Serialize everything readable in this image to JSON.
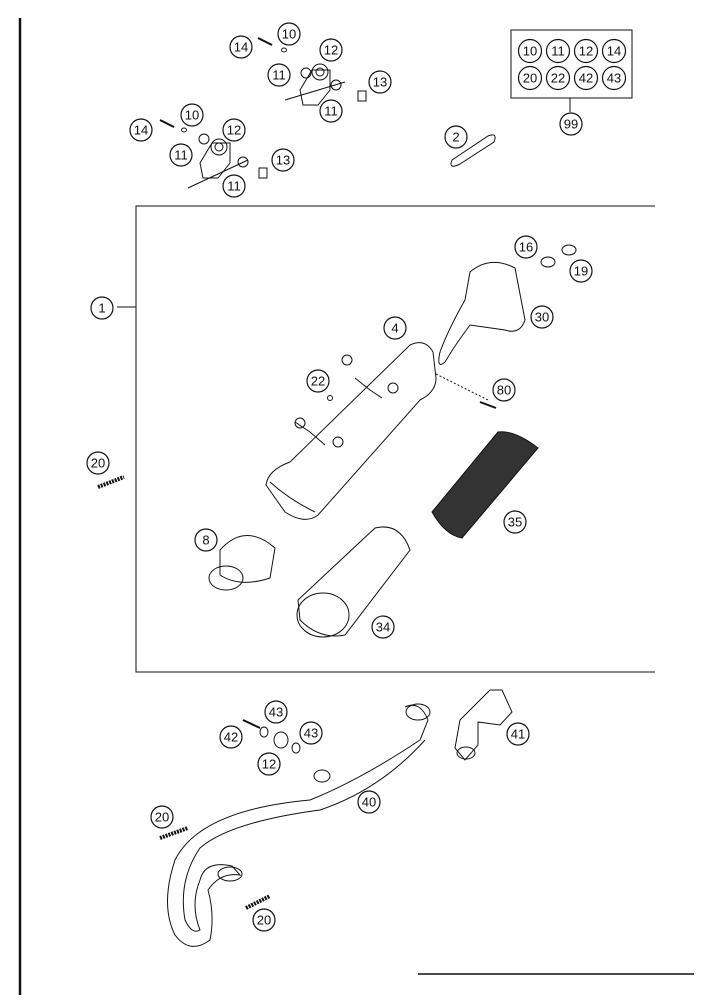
{
  "callouts": [
    {
      "id": "c-14a",
      "label": "14"
    },
    {
      "id": "c-10a",
      "label": "10"
    },
    {
      "id": "c-12a",
      "label": "12"
    },
    {
      "id": "c-11a",
      "label": "11"
    },
    {
      "id": "c-13a",
      "label": "13"
    },
    {
      "id": "c-11b",
      "label": "11"
    },
    {
      "id": "c-14b",
      "label": "14"
    },
    {
      "id": "c-10b",
      "label": "10"
    },
    {
      "id": "c-12b",
      "label": "12"
    },
    {
      "id": "c-11c",
      "label": "11"
    },
    {
      "id": "c-13b",
      "label": "13"
    },
    {
      "id": "c-11d",
      "label": "11"
    },
    {
      "id": "c-2",
      "label": "2"
    },
    {
      "id": "c-99",
      "label": "99"
    },
    {
      "id": "c-1",
      "label": "1"
    },
    {
      "id": "c-16",
      "label": "16"
    },
    {
      "id": "c-19",
      "label": "19"
    },
    {
      "id": "c-30",
      "label": "30"
    },
    {
      "id": "c-4",
      "label": "4"
    },
    {
      "id": "c-22",
      "label": "22"
    },
    {
      "id": "c-80",
      "label": "80"
    },
    {
      "id": "c-20a",
      "label": "20"
    },
    {
      "id": "c-35",
      "label": "35"
    },
    {
      "id": "c-8",
      "label": "8"
    },
    {
      "id": "c-34",
      "label": "34"
    },
    {
      "id": "c-43a",
      "label": "43"
    },
    {
      "id": "c-42",
      "label": "42"
    },
    {
      "id": "c-43b",
      "label": "43"
    },
    {
      "id": "c-12c",
      "label": "12"
    },
    {
      "id": "c-41",
      "label": "41"
    },
    {
      "id": "c-40",
      "label": "40"
    },
    {
      "id": "c-20b",
      "label": "20"
    },
    {
      "id": "c-20c",
      "label": "20"
    }
  ],
  "kit_box": {
    "row1": [
      "10",
      "11",
      "12",
      "14"
    ],
    "row2": [
      "20",
      "22",
      "42",
      "43"
    ]
  }
}
